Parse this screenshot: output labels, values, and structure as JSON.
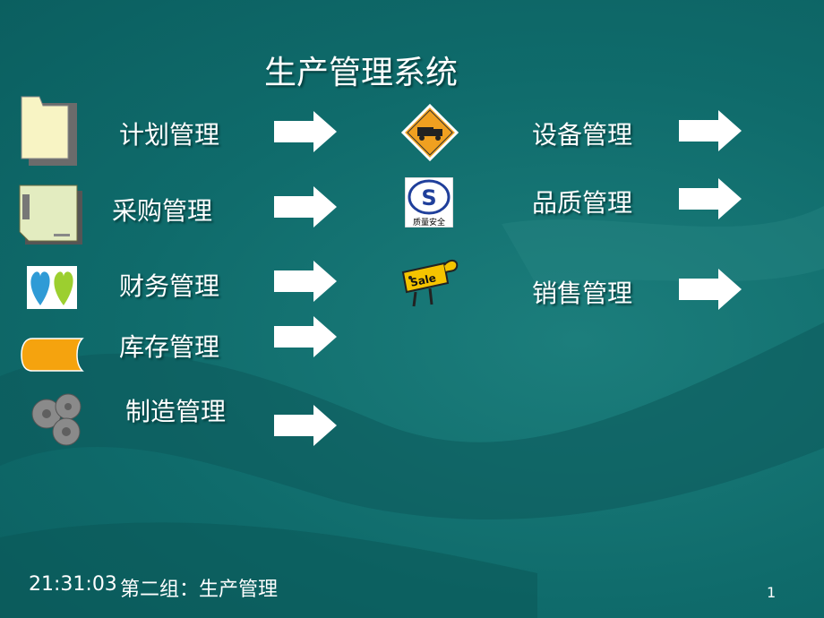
{
  "title": "生产管理系统",
  "left_items": [
    {
      "label": "计划管理",
      "icon": "folder-icon"
    },
    {
      "label": "采购管理",
      "icon": "document-icon"
    },
    {
      "label": "财务管理",
      "icon": "hearts-icon"
    },
    {
      "label": "库存管理",
      "icon": "storage-icon"
    },
    {
      "label": "制造管理",
      "icon": "gears-icon"
    }
  ],
  "right_items": [
    {
      "label": "设备管理",
      "icon": "truck-sign-icon"
    },
    {
      "label": "品质管理",
      "icon": "quality-logo-icon",
      "icon_text": "质量安全"
    },
    {
      "label": "销售管理",
      "icon": "sale-sign-icon",
      "icon_text": "Sale"
    }
  ],
  "footer": {
    "time": "21:31:03",
    "group": "第二组：生产管理",
    "page_number": "1"
  },
  "colors": {
    "background": "#0f6b6b",
    "text": "#ffffff",
    "arrow": "#ffffff"
  }
}
